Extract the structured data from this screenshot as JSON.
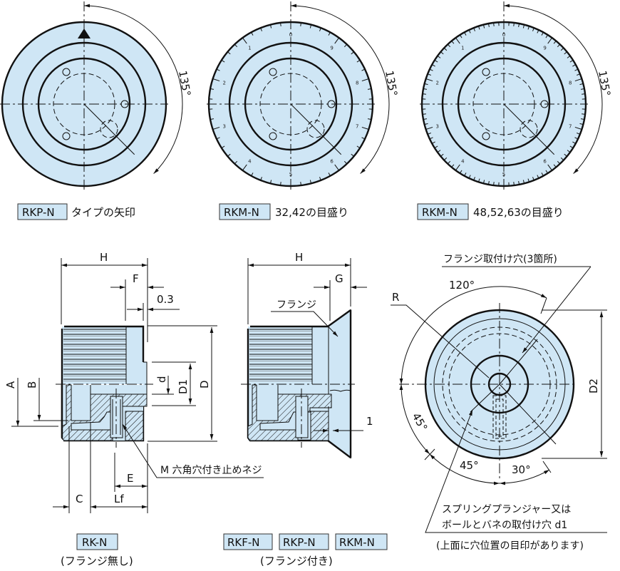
{
  "colors": {
    "fill": "#cfe6f5",
    "line": "#111111"
  },
  "top_views": [
    {
      "tag": "RKP-N",
      "caption": "タイプの矢印",
      "angle": "135°",
      "marking": "arrow"
    },
    {
      "tag": "RKM-N",
      "caption": "32,42の目盛り",
      "angle": "135°",
      "marking": "scale-10"
    },
    {
      "tag": "RKM-N",
      "caption": "48,52,63の目盛り",
      "angle": "135°",
      "marking": "scale-50"
    }
  ],
  "scale_numbers": [
    "0",
    "1",
    "2",
    "3",
    "4",
    "5",
    "6",
    "7",
    "8",
    "9"
  ],
  "side_view_plain": {
    "tag": "RK-N",
    "caption": "(フランジ無し)",
    "dims": {
      "H": "H",
      "F": "F",
      "t": "0.3",
      "A": "A",
      "B": "B",
      "d": "d",
      "D1": "D1",
      "D": "D",
      "C": "C",
      "Lf": "Lf",
      "E": "E"
    },
    "screw_note": "M 六角穴付き止めネジ"
  },
  "side_view_flange": {
    "tags": [
      "RKF-N",
      "RKP-N",
      "RKM-N"
    ],
    "caption": "(フランジ付き)",
    "dims": {
      "H": "H",
      "G": "G",
      "one": "1"
    },
    "flange_label": "フランジ"
  },
  "bottom_view": {
    "flange_holes": "フランジ取付け穴(3箇所)",
    "R": "R",
    "D2": "D2",
    "angles": {
      "a120": "120°",
      "a45_left": "45°",
      "a45_bottom": "45°",
      "a30": "30°"
    },
    "plunger_note_1": "スプリングプランジャー又は",
    "plunger_note_2": "ボールとバネの取付け穴 d1",
    "plunger_note_3": "(上面に穴位置の目印があります)"
  }
}
